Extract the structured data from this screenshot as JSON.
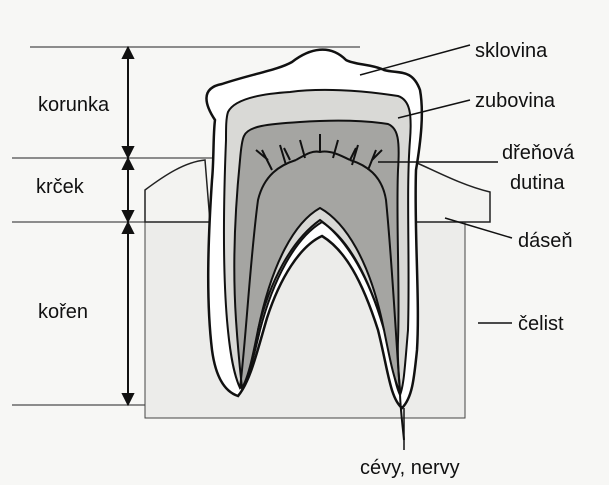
{
  "chart_data": {
    "type": "diagram",
    "title": "",
    "left_labels": [
      {
        "id": "crown",
        "text": "korunka"
      },
      {
        "id": "neck",
        "text": "krček"
      },
      {
        "id": "root",
        "text": "kořen"
      }
    ],
    "right_labels": [
      {
        "id": "enamel",
        "text": "sklovina"
      },
      {
        "id": "dentin",
        "text": "zubovina"
      },
      {
        "id": "pulp",
        "lines": [
          "dřeňová",
          "dutina"
        ]
      },
      {
        "id": "gum",
        "text": "dáseň"
      },
      {
        "id": "jaw",
        "text": "čelist"
      }
    ],
    "bottom_label": {
      "id": "vessels",
      "text": "cévy, nervy"
    }
  }
}
